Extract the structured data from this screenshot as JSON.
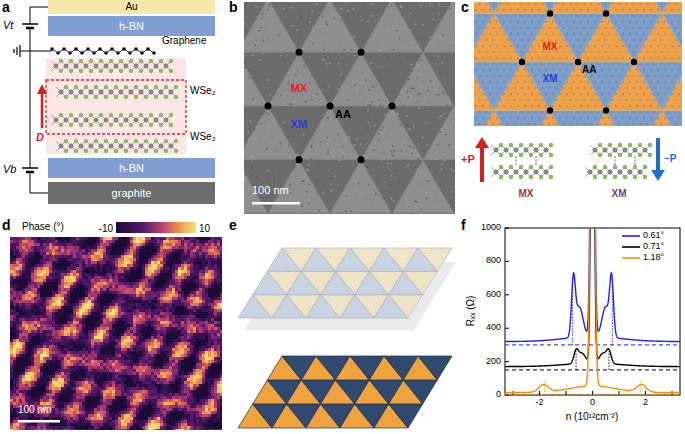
{
  "diagram": {
    "nodes": [
      {
        "text": [
          "Au"
        ]
      },
      {
        "text": [
          "h-BN"
        ]
      },
      {
        "text": [
          "h-BN"
        ]
      },
      {
        "text": [
          "graphite"
        ]
      }
    ],
    "labels": [
      "a",
      "Vt",
      "Vb",
      "Graphene",
      "WSe₂",
      "WSe₂",
      "D",
      "b",
      "MX",
      "XM",
      "AA",
      "100 nm",
      "c",
      "MX",
      "XM",
      "AA",
      "+P",
      "−P",
      "MX",
      "XM",
      "d",
      "Phase (°)",
      "-10",
      "10",
      "100 nm",
      "e",
      "f",
      "0",
      "200",
      "400",
      "600",
      "800",
      "1000",
      "-2",
      "0",
      "2",
      "Rₓₓ (Ω)",
      "n (10¹²cm⁻²)"
    ],
    "legend": [
      {
        "text": "0.61°"
      },
      {
        "text": "0.71°"
      },
      {
        "text": "1.18°"
      }
    ]
  }
}
